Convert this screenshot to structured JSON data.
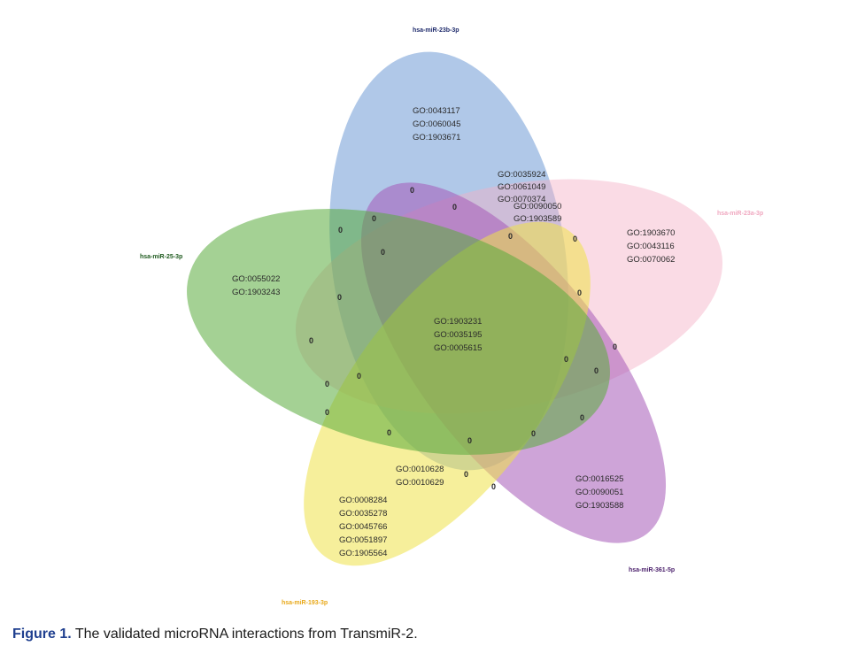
{
  "sets": [
    {
      "id": "blue",
      "label": "hsa-miR-23b-3p",
      "color": "#6f9ad6",
      "label_color": "#1e2a6b"
    },
    {
      "id": "pink",
      "label": "hsa-miR-23a-3p",
      "color": "#f3b0c6",
      "label_color": "#f0a8c0"
    },
    {
      "id": "purple",
      "label": "hsa-miR-361-5p",
      "color": "#a65ab8",
      "label_color": "#4a1f6b"
    },
    {
      "id": "yellow",
      "label": "hsa-miR-193-3p",
      "color": "#eee248",
      "label_color": "#e8a818"
    },
    {
      "id": "green",
      "label": "hsa-miR-25-3p",
      "color": "#5aac3c",
      "label_color": "#1e5a1e"
    }
  ],
  "regions": [
    {
      "id": "blue-only",
      "lines": [
        "GO:0043117",
        "GO:0060045",
        "GO:1903671"
      ]
    },
    {
      "id": "pink-only",
      "lines": [
        "GO:1903670",
        "GO:0043116",
        "GO:0070062"
      ]
    },
    {
      "id": "purple-only",
      "lines": [
        "GO:0016525",
        "GO:0090051",
        "GO:1903588"
      ]
    },
    {
      "id": "yellow-only",
      "lines": [
        "GO:0008284",
        "GO:0035278",
        "GO:0045766",
        "GO:0051897",
        "GO:1905564"
      ]
    },
    {
      "id": "green-only",
      "lines": [
        "GO:0055022",
        "GO:1903243"
      ]
    },
    {
      "id": "blue-pink",
      "lines": [
        "GO:0035924",
        "GO:0061049",
        "GO:0070374"
      ]
    },
    {
      "id": "blue-pink-yellow",
      "lines": [
        "GO:0090050",
        "GO:1903589"
      ]
    },
    {
      "id": "yellow-green",
      "lines": [
        "GO:0010628",
        "GO:0010629"
      ]
    },
    {
      "id": "center",
      "lines": [
        "GO:1903231",
        "GO:0035195",
        "GO:0005615"
      ]
    }
  ],
  "zero_label": "0",
  "caption": {
    "prefix": "Figure 1.",
    "text": " The validated microRNA interactions from TransmiR-2."
  }
}
